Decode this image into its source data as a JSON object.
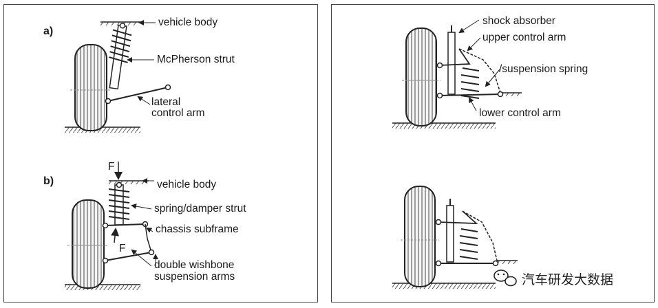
{
  "left_panel": {
    "a": {
      "sublabel": "a)",
      "vehicle_body": "vehicle body",
      "strut": "McPherson strut",
      "arm_line1": "lateral",
      "arm_line2": "control arm"
    },
    "b": {
      "sublabel": "b)",
      "force_top": "F",
      "force_bottom": "F",
      "vehicle_body": "vehicle body",
      "strut": "spring/damper strut",
      "subframe": "chassis subframe",
      "arms_line1": "double wishbone",
      "arms_line2": "suspension arms"
    }
  },
  "right_panel": {
    "shock": "shock absorber",
    "upper_arm": "upper control arm",
    "spring": "/suspension spring",
    "lower_arm": "lower control arm"
  },
  "watermark": {
    "text": "汽车研发大数据",
    "icon": "wechat-icon"
  },
  "colors": {
    "ink": "#1a1a1a",
    "hatch": "#555555",
    "wheel_fill": "#f4f4f4"
  }
}
